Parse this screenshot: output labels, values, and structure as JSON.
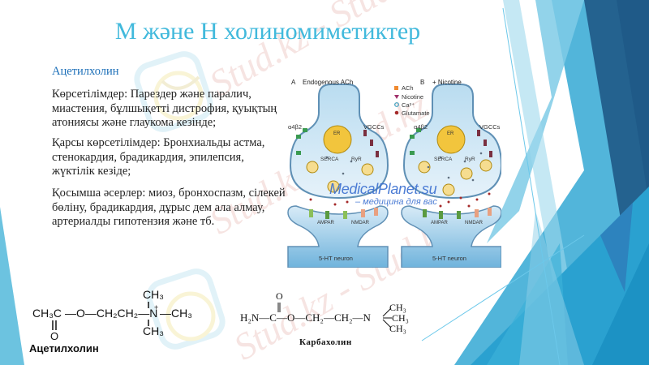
{
  "slide": {
    "title": "М және Н холиномиметиктер",
    "subtitle": "Ацетилхолин",
    "paragraphs": [
      "Көрсетілімдер: Парездер және паралич, миастения, бұлшықетті дистрофия, қуықтың атониясы және глаукома кезінде;",
      "Қарсы көрсетілімдер: Бронхиальды астма, стенокардия, брадикардия, эпилепсия, жүктілік кезіде;",
      "Қосымша әсерлер: миоз, бронхоспазм, сілекей бөліну, брадикардия, дұрыс дем ала алмау, артериалды гипотензия және тб."
    ]
  },
  "figure": {
    "panel_a": "A",
    "panel_a_title": "Endogenous ACh",
    "panel_b": "B",
    "panel_b_title": "+ Nicotine",
    "legend": [
      {
        "label": "ACh",
        "color": "#f08a30",
        "shape": "square"
      },
      {
        "label": "Nicotine",
        "color": "#a0306a",
        "shape": "triangle"
      },
      {
        "label": "Ca²⁺",
        "color": "#3aa0c0",
        "shape": "ring"
      },
      {
        "label": "Glutamate",
        "color": "#a52a2a",
        "shape": "dot"
      }
    ],
    "labels": {
      "receptor": "α4β2",
      "vgcc": "VGCCs",
      "er": "ER",
      "serca": "SERCA",
      "ryr": "RyR",
      "ampar": "AMPAR",
      "nmdar": "NMDAR",
      "neuron": "5-HT neuron"
    },
    "watermark_site": "MedicalPlanet.su",
    "watermark_tagline": "– медицина для вас"
  },
  "chemistry": {
    "acetylcholine": {
      "left": "CH₃C",
      "bond1": "—O—CH₂CH₂—N",
      "charge": "+",
      "right": "—CH₃",
      "top": "CH₃",
      "bottom": "CH₃",
      "carbonyl": "O",
      "name": "Ацетилхолин"
    },
    "carbachol": {
      "chain": "H₂N—C—O—CH₂—CH₂—N",
      "carbonyl": "O",
      "methyl1": "CH₃",
      "methyl2": "CH₃",
      "methyl3": "CH₃",
      "name": "Карбахолин"
    }
  },
  "watermark": {
    "text": "Stud.kz"
  },
  "colors": {
    "title": "#41b9dc",
    "subtitle": "#1c6fb8",
    "deco_light": "#6cc3e0",
    "deco_mid": "#2b9fd0",
    "deco_dark": "#1f5f8f"
  }
}
